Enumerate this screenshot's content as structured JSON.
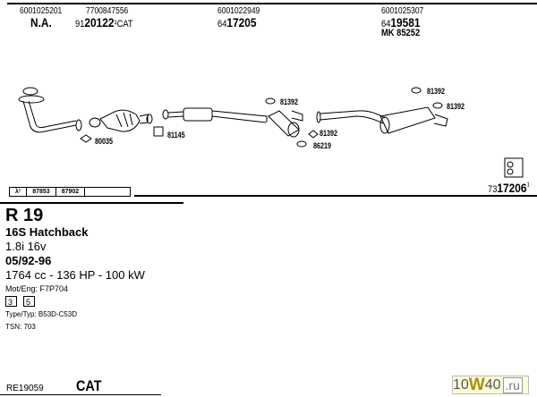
{
  "header": {
    "col1": {
      "oe": "6001025201",
      "part": "N.A."
    },
    "col2": {
      "oe": "7700847556",
      "prefix": "91",
      "part": "20122",
      "suffix": "¹CAT"
    },
    "col3": {
      "oe": "6001022949",
      "prefix": "64",
      "part": "17205"
    },
    "col4": {
      "oe": "6001025307",
      "prefix": "64",
      "part": "19581",
      "kit": "MK  85252"
    }
  },
  "diagram": {
    "labels": [
      "80035",
      "81145",
      "81392",
      "81392",
      "86219",
      "81392",
      "81392"
    ],
    "kit_prefix": "73",
    "kit_part": "17206",
    "kit_suffix": "1"
  },
  "ref_table": {
    "symbol": "λ¹",
    "cells": [
      "87853",
      "87902",
      ""
    ]
  },
  "vehicle": {
    "model": "R 19",
    "body": "16S Hatchback",
    "engine": "1.8i 16v",
    "years": "05/92-96",
    "specs": "1764 cc - 136 HP - 100 kW",
    "engine_code": "Mot/Eng: F7P704",
    "doors": [
      "3",
      "5"
    ],
    "type": "Type/Typ: B53D-C53D",
    "tsn": "TSN: 703"
  },
  "footer": {
    "code": "RE19059",
    "cat": "CAT"
  },
  "logo": {
    "a": "10",
    "b": "W",
    "c": "40",
    ".ru": ".ru"
  }
}
